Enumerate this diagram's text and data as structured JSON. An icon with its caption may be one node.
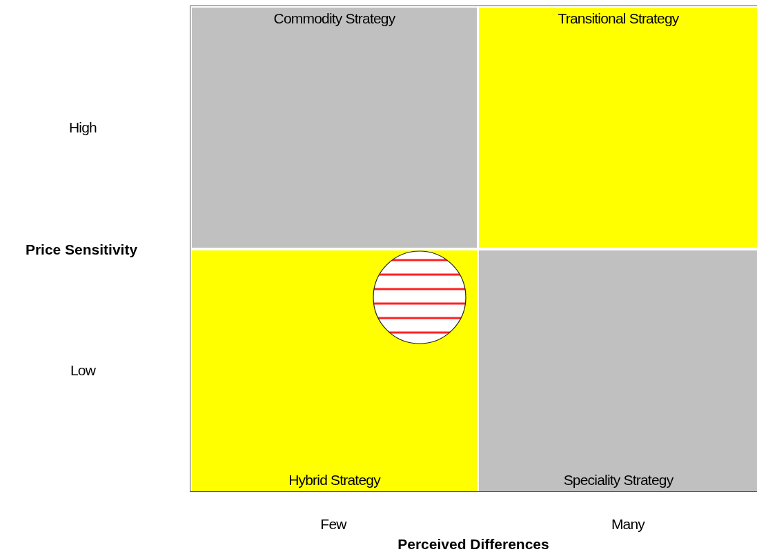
{
  "diagram": {
    "nodes": [
      {
        "text": [
          "Commodity Strategy"
        ]
      },
      {
        "text": [
          "Transitional Strategy"
        ]
      },
      {
        "text": [
          "Hybrid Strategy"
        ]
      },
      {
        "text": [],
        "shape": "circle",
        "in": 2
      },
      {
        "text": [
          "Speciality Strategy"
        ]
      }
    ],
    "labels": [
      "High",
      "Price Sensitivity",
      "Low",
      "Few",
      "Many",
      "Perceived Differences"
    ]
  }
}
